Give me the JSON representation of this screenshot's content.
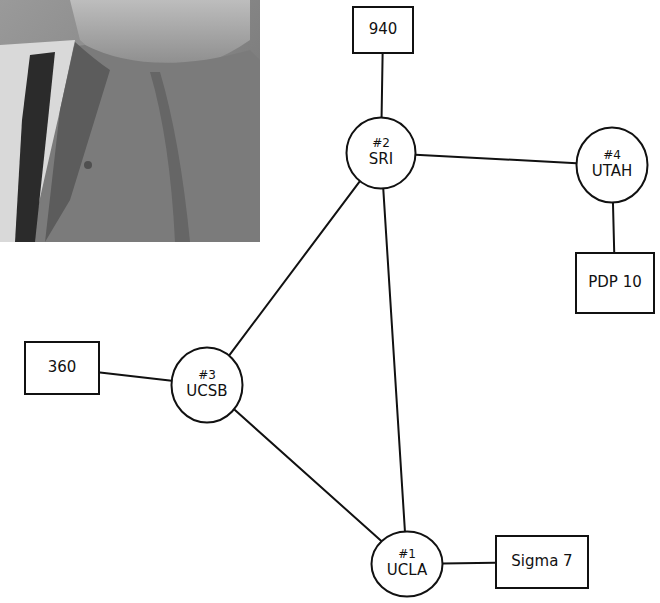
{
  "diagram": {
    "nodes": [
      {
        "text": [
          "940"
        ]
      },
      {
        "text": [
          "#2",
          "SRI"
        ]
      },
      {
        "text": [
          "#4",
          "UTAH"
        ]
      },
      {
        "text": [
          "PDP 10"
        ]
      },
      {
        "text": [
          "360"
        ]
      },
      {
        "text": [
          "#3",
          "UCSB"
        ]
      },
      {
        "text": [
          "#1",
          "UCLA"
        ]
      },
      {
        "text": [
          "Sigma 7"
        ]
      }
    ],
    "edges": [
      {
        "from": 0,
        "to": 1,
        "arrow": "none"
      },
      {
        "from": 1,
        "to": 2,
        "arrow": "none"
      },
      {
        "from": 2,
        "to": 3,
        "arrow": "none"
      },
      {
        "from": 4,
        "to": 5,
        "arrow": "none"
      },
      {
        "from": 5,
        "to": 1,
        "arrow": "none"
      },
      {
        "from": 5,
        "to": 6,
        "arrow": "none"
      },
      {
        "from": 1,
        "to": 6,
        "arrow": "none"
      },
      {
        "from": 6,
        "to": 7,
        "arrow": "none"
      }
    ]
  }
}
